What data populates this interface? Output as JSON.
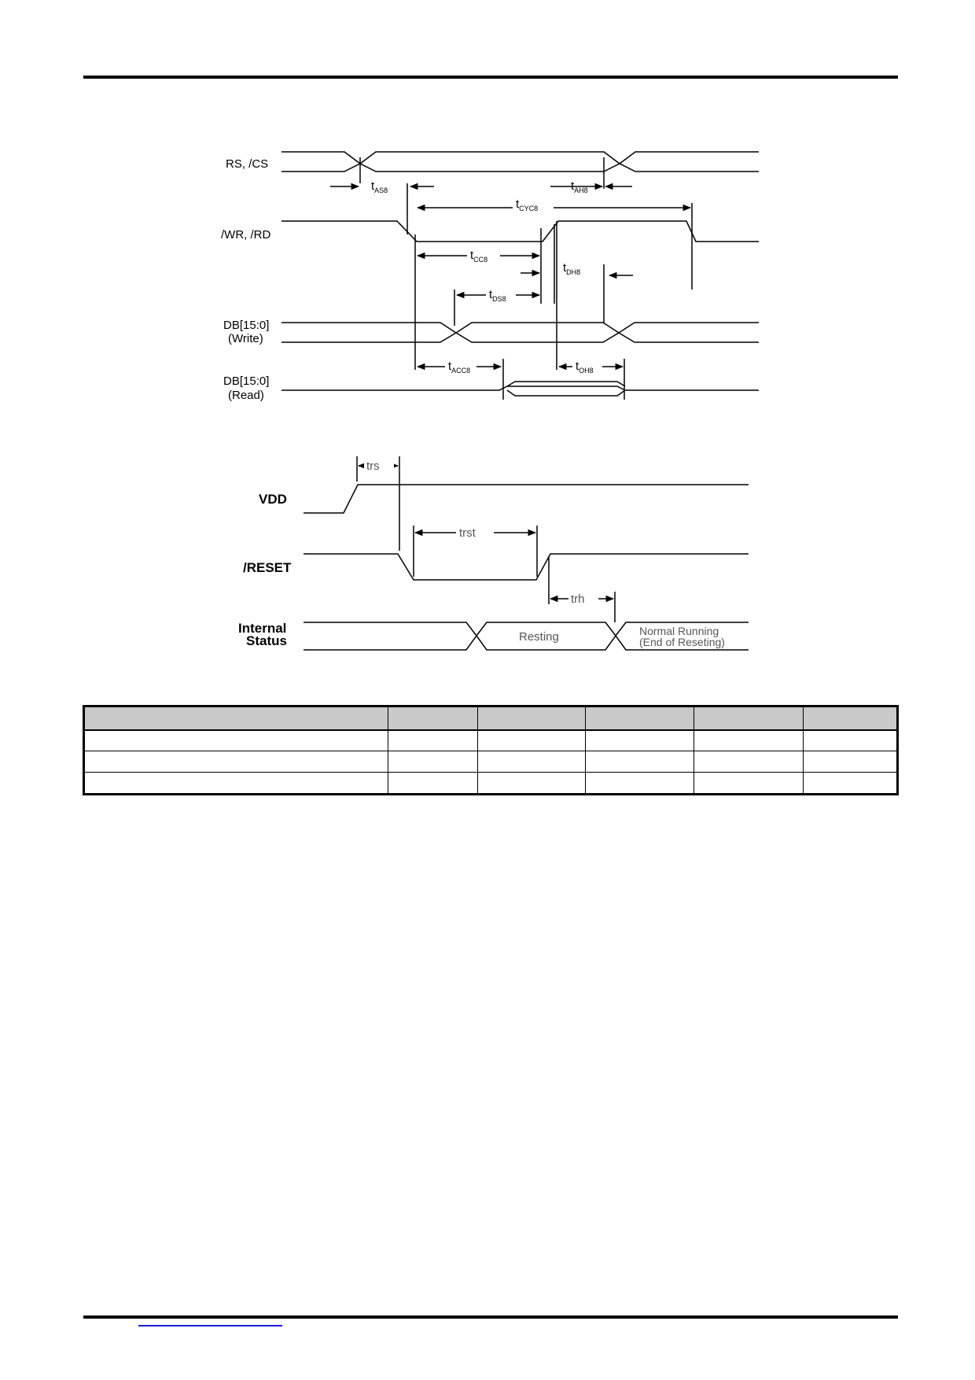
{
  "write_read_timing": {
    "signals": {
      "rs_cs": "RS, /CS",
      "wr_rd": "/WR, /RD",
      "db_write_bus": "DB[15:0]",
      "db_write_mode": "(Write)",
      "db_read_bus": "DB[15:0]",
      "db_read_mode": "(Read)"
    },
    "parameters": {
      "tas": {
        "main": "t",
        "sub": "AS8"
      },
      "tah": {
        "main": "t",
        "sub": "AH8"
      },
      "tcyc": {
        "main": "t",
        "sub": "CYC8"
      },
      "tcc": {
        "main": "t",
        "sub": "CC8"
      },
      "tdh": {
        "main": "t",
        "sub": "DH8"
      },
      "tds": {
        "main": "t",
        "sub": "DS8"
      },
      "tacc": {
        "main": "t",
        "sub": "ACC8"
      },
      "toh": {
        "main": "t",
        "sub": "OH8"
      }
    }
  },
  "reset_timing": {
    "signals": {
      "vdd": "VDD",
      "reset": "/RESET",
      "internal_line1": "Internal",
      "internal_line2": "Status"
    },
    "parameters": {
      "trs": "trs",
      "trst": "trst",
      "trh": "trh"
    },
    "states": {
      "resting": "Resting",
      "normal_line1": "Normal Running",
      "normal_line2": "(End of Reseting)"
    }
  },
  "colors": {
    "table_header": "#c9c9c9",
    "link": "#1a1adb"
  }
}
